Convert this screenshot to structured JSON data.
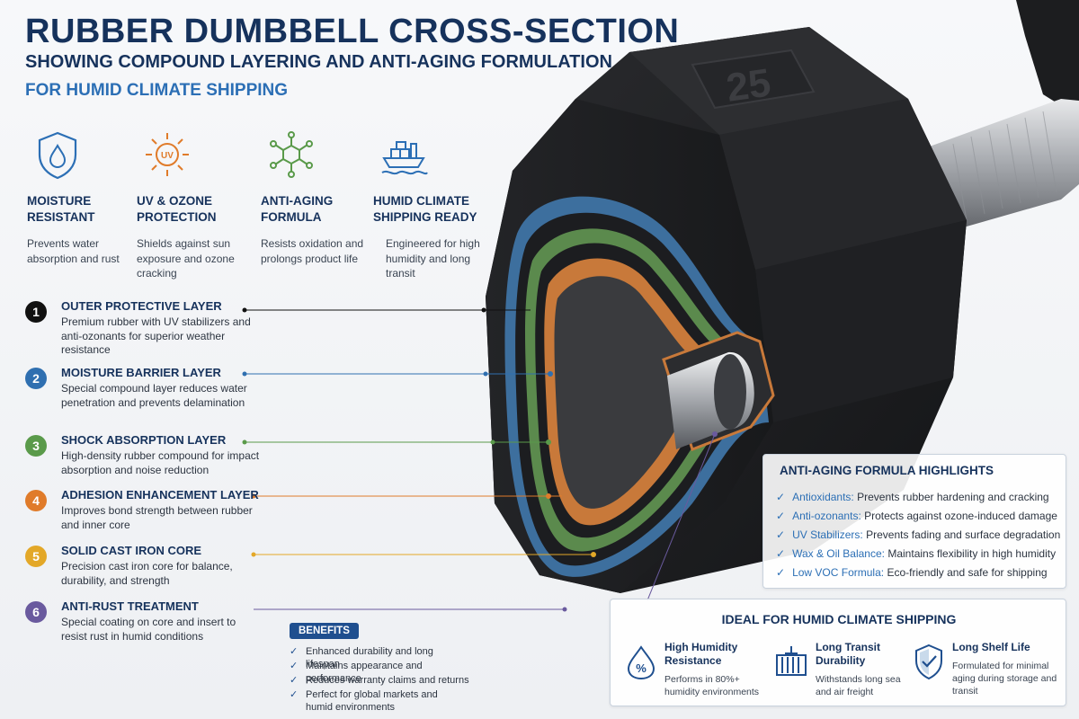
{
  "header": {
    "title": "RUBBER DUMBBELL CROSS-SECTION",
    "subtitle": "SHOWING COMPOUND LAYERING AND ANTI-AGING FORMULATION",
    "tagline": "FOR HUMID CLIMATE SHIPPING"
  },
  "features": [
    {
      "icon": "water-drop-shield-icon",
      "title": "MOISTURE RESISTANT",
      "desc": "Prevents water absorption and rust"
    },
    {
      "icon": "uv-sun-icon",
      "title": "UV & OZONE PROTECTION",
      "desc": "Shields against sun exposure and ozone cracking"
    },
    {
      "icon": "molecule-icon",
      "title": "ANTI-AGING FORMULA",
      "desc": "Resists oxidation and prolongs product life"
    },
    {
      "icon": "cargo-ship-icon",
      "title": "HUMID CLIMATE SHIPPING READY",
      "desc": "Engineered for high humidity and long transit"
    }
  ],
  "layers": [
    {
      "num": "1",
      "title": "OUTER PROTECTIVE LAYER",
      "desc": "Premium rubber with UV stabilizers and anti-ozonants for superior weather resistance",
      "color": "#111111"
    },
    {
      "num": "2",
      "title": "MOISTURE BARRIER LAYER",
      "desc": "Special compound layer reduces water penetration and prevents delamination",
      "color": "#2f6fb0"
    },
    {
      "num": "3",
      "title": "SHOCK ABSORPTION LAYER",
      "desc": "High-density rubber compound for impact absorption and noise reduction",
      "color": "#5a9a4a"
    },
    {
      "num": "4",
      "title": "ADHESION ENHANCEMENT LAYER",
      "desc": "Improves bond strength between rubber and inner core",
      "color": "#e07b2a"
    },
    {
      "num": "5",
      "title": "SOLID CAST IRON CORE",
      "desc": "Precision cast iron core for balance, durability, and strength",
      "color": "#e3a828"
    },
    {
      "num": "6",
      "title": "ANTI-RUST TREATMENT",
      "desc": "Special coating on core and insert to resist rust in humid conditions",
      "color": "#6a5a9e"
    }
  ],
  "benefits": {
    "label": "BENEFITS",
    "items": [
      "Enhanced durability and long lifespan",
      "Maintains appearance and performance",
      "Reduces warranty claims and returns",
      "Perfect for global markets and humid environments"
    ]
  },
  "dumbbell": {
    "weight_mark": "25"
  },
  "anti_aging": {
    "title": "ANTI-AGING FORMULA HIGHLIGHTS",
    "items": [
      {
        "key": "Antioxidants:",
        "text": "Prevents rubber hardening and cracking"
      },
      {
        "key": "Anti-ozonants:",
        "text": "Protects against ozone-induced damage"
      },
      {
        "key": "UV Stabilizers:",
        "text": "Prevents fading and surface degradation"
      },
      {
        "key": "Wax & Oil Balance:",
        "text": "Maintains flexibility in high humidity"
      },
      {
        "key": "Low VOC Formula:",
        "text": "Eco-friendly and safe for shipping"
      }
    ]
  },
  "ideal": {
    "title": "IDEAL FOR HUMID CLIMATE SHIPPING",
    "items": [
      {
        "icon": "humidity-drop-icon",
        "title": "High Humidity Resistance",
        "desc": "Performs in 80%+ humidity environments"
      },
      {
        "icon": "shipping-container-icon",
        "title": "Long Transit Durability",
        "desc": "Withstands long sea and air freight"
      },
      {
        "icon": "shield-check-icon",
        "title": "Long Shelf Life",
        "desc": "Formulated for minimal aging during storage and transit"
      }
    ]
  },
  "colors": {
    "navy": "#16325c",
    "accent_blue": "#2c6fb5",
    "rubber": "#1e1f22",
    "moisture_layer": "#3d6f9e",
    "shock_layer": "#5b8a4d",
    "adhesion_layer": "#c8793a",
    "core": "#3a3b3e"
  }
}
